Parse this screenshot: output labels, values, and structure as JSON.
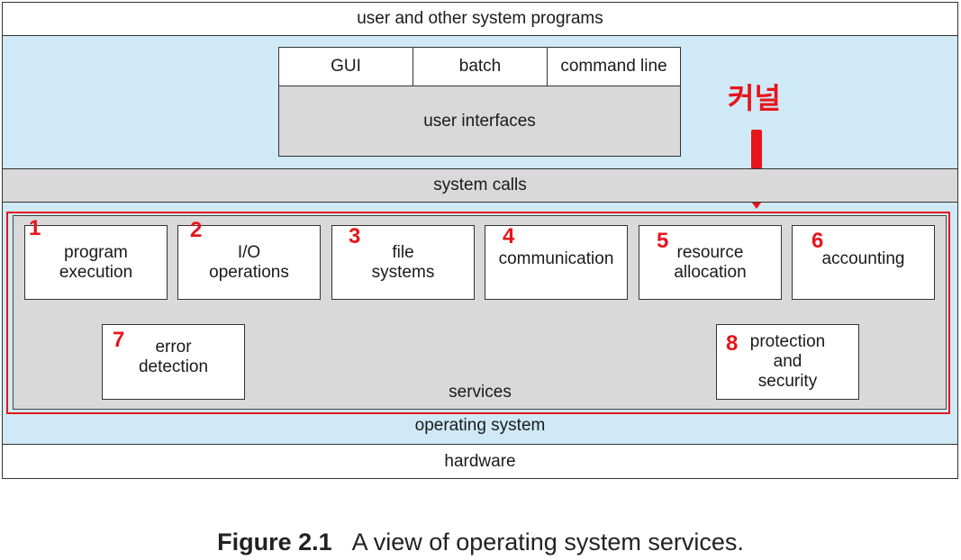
{
  "diagram": {
    "top_band": "user and other system programs",
    "ui_tabs": [
      "GUI",
      "batch",
      "command line"
    ],
    "ui_label": "user interfaces",
    "system_calls": "system calls",
    "services_label": "services",
    "os_label": "operating system",
    "hardware": "hardware",
    "kernel_label": "커널",
    "services": [
      {
        "number": "1",
        "label": "program\nexecution"
      },
      {
        "number": "2",
        "label": "I/O\noperations"
      },
      {
        "number": "3",
        "label": "file\nsystems"
      },
      {
        "number": "4",
        "label": "communication"
      },
      {
        "number": "5",
        "label": "resource\nallocation"
      },
      {
        "number": "6",
        "label": "accounting"
      },
      {
        "number": "7",
        "label": "error\ndetection"
      },
      {
        "number": "8",
        "label": "protection\nand\nsecurity"
      }
    ],
    "colors": {
      "os_fill": "#cfe9f6",
      "services_fill": "#d9d9d9",
      "annotation_red": "#e8141b"
    }
  },
  "caption": {
    "figure": "Figure 2.1",
    "text": "A view of operating system services."
  }
}
